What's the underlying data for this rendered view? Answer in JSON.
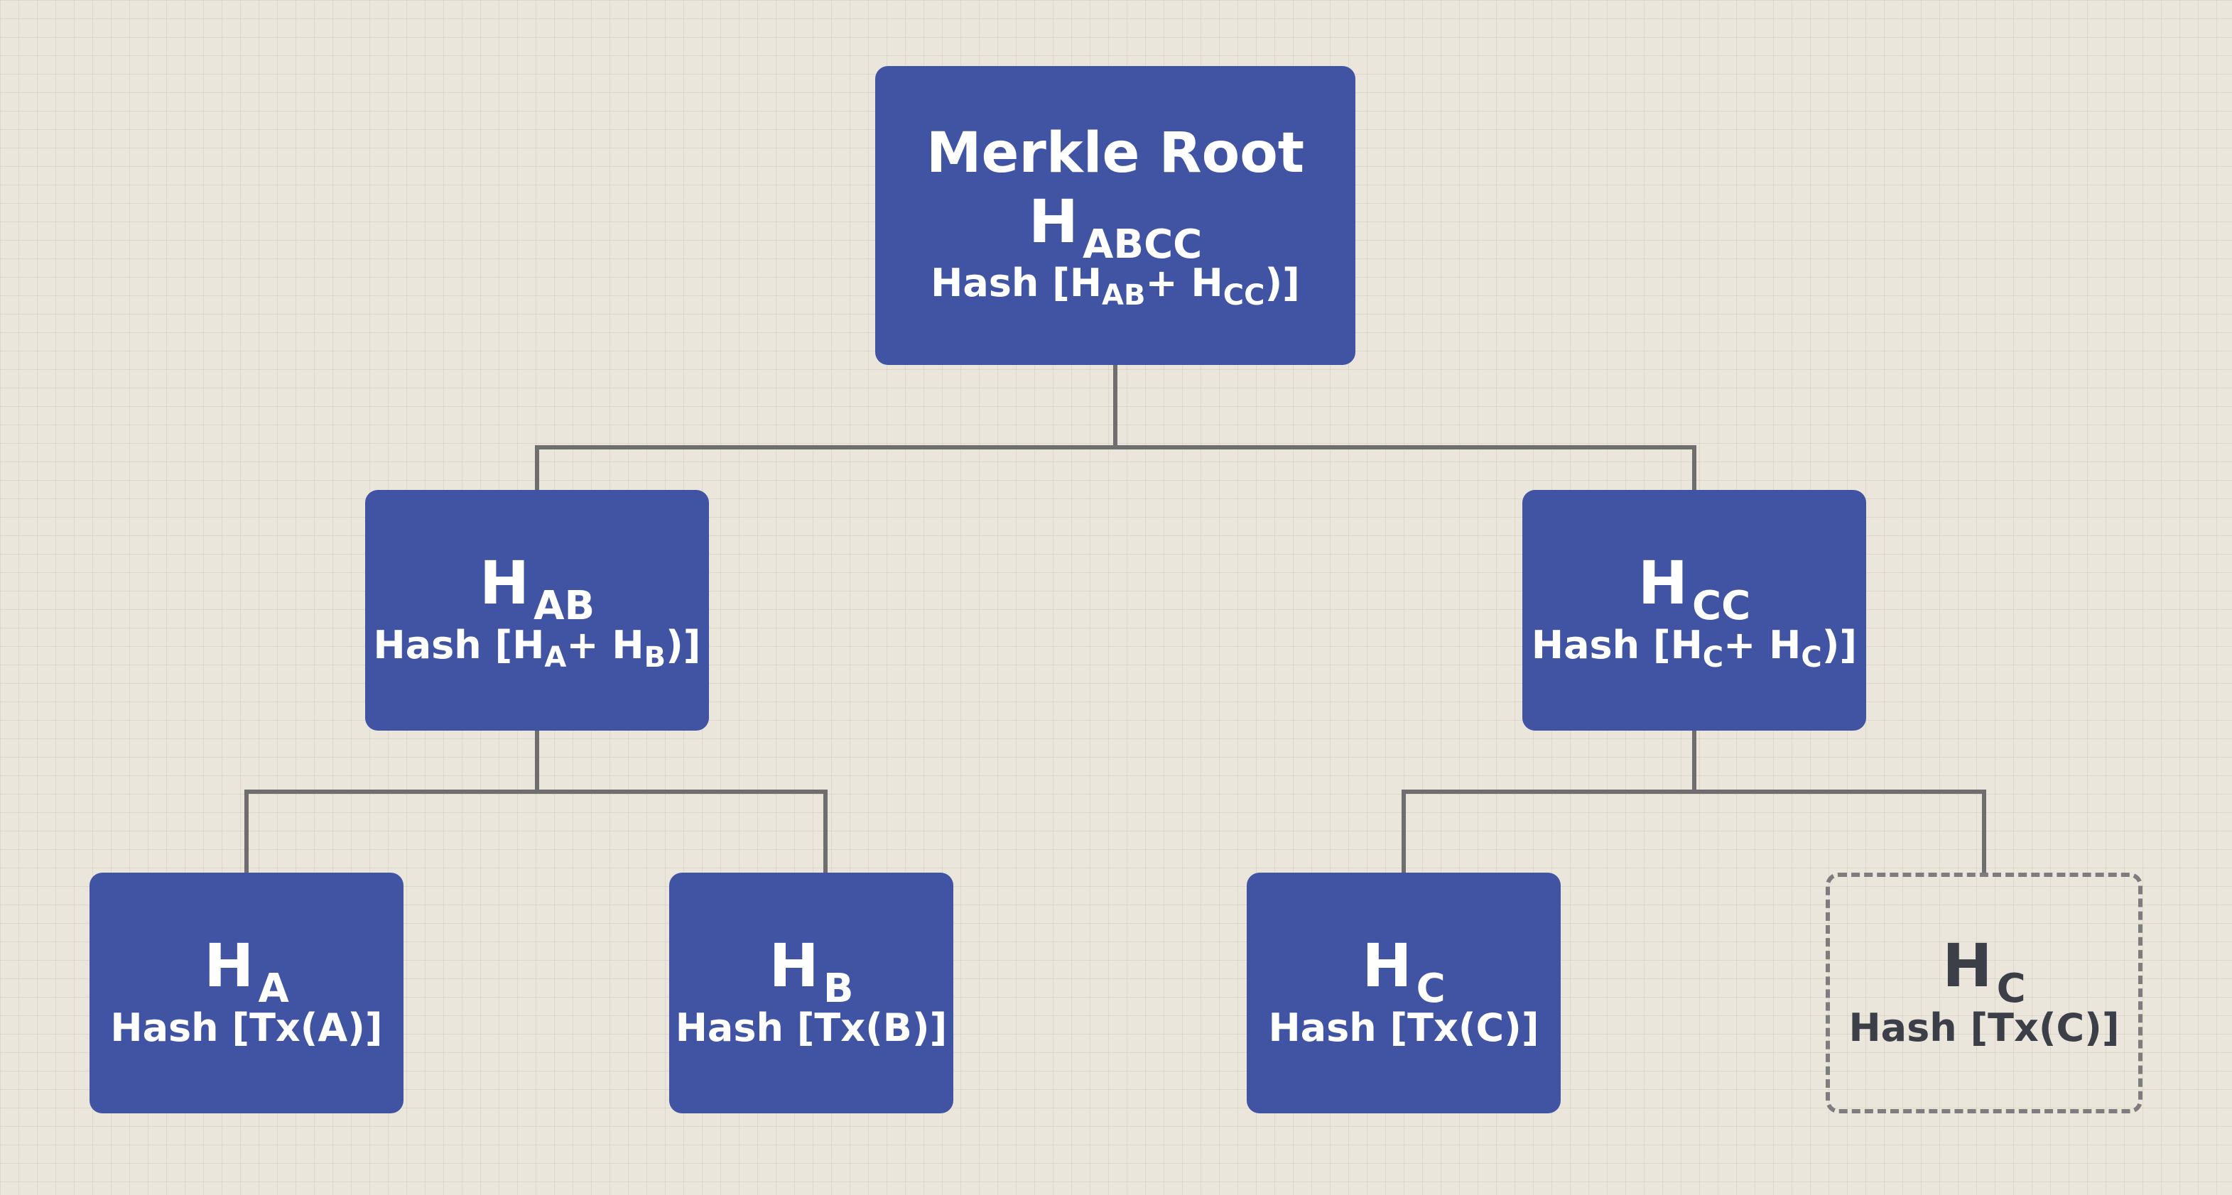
{
  "root": {
    "title": "Merkle Root",
    "name": "H",
    "name_sub": "ABCC",
    "formula": {
      "prefix": "Hash [H",
      "left_sub": "AB",
      "plus": "+ H",
      "right_sub": "CC",
      "suffix": ")]"
    }
  },
  "level1": [
    {
      "name": "H",
      "name_sub": "AB",
      "formula": {
        "prefix": "Hash [H",
        "left_sub": "A",
        "plus": "+ H",
        "right_sub": "B",
        "suffix": ")]"
      }
    },
    {
      "name": "H",
      "name_sub": "CC",
      "formula": {
        "prefix": "Hash [H",
        "left_sub": "C",
        "plus": "+ H",
        "right_sub": "C",
        "suffix": ")]"
      }
    }
  ],
  "leaves": [
    {
      "name": "H",
      "name_sub": "A",
      "formula": "Hash [Tx(A)]"
    },
    {
      "name": "H",
      "name_sub": "B",
      "formula": "Hash [Tx(B)]"
    },
    {
      "name": "H",
      "name_sub": "C",
      "formula": "Hash [Tx(C)]"
    },
    {
      "name": "H",
      "name_sub": "C",
      "formula": "Hash [Tx(C)]",
      "duplicate": true
    }
  ],
  "colors": {
    "node_fill": "#4154a3",
    "node_text": "#ffffff",
    "connector": "#6e6e6e",
    "duplicate_border": "#7d7d7d",
    "duplicate_text": "#3c3f48",
    "background": "#ebe6dc"
  }
}
